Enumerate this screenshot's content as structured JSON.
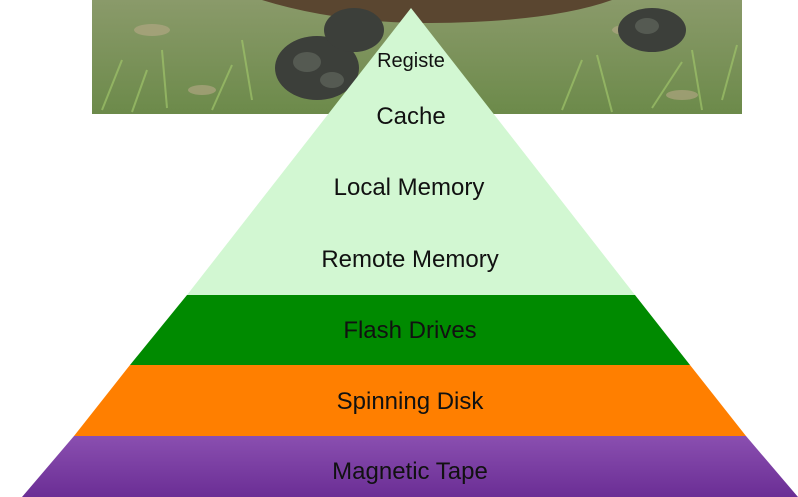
{
  "diagram": {
    "levels": [
      {
        "key": "registers",
        "label": "Registe",
        "color": "#d2f7d2"
      },
      {
        "key": "cache",
        "label": "Cache",
        "color": "#d2f7d2"
      },
      {
        "key": "local_memory",
        "label": "Local Memory",
        "color": "#d2f7d2"
      },
      {
        "key": "remote_memory",
        "label": "Remote Memory",
        "color": "#d2f7d2"
      },
      {
        "key": "flash_drives",
        "label": "Flash Drives",
        "color": "#008a00"
      },
      {
        "key": "spinning_disk",
        "label": "Spinning Disk",
        "color": "#ff7f00"
      },
      {
        "key": "magnetic_tape",
        "label": "Magnetic Tape",
        "color": "#7d3ea3"
      }
    ],
    "photo": {
      "subject": "turtle-photo",
      "ground_color": "#6f8f55"
    }
  }
}
